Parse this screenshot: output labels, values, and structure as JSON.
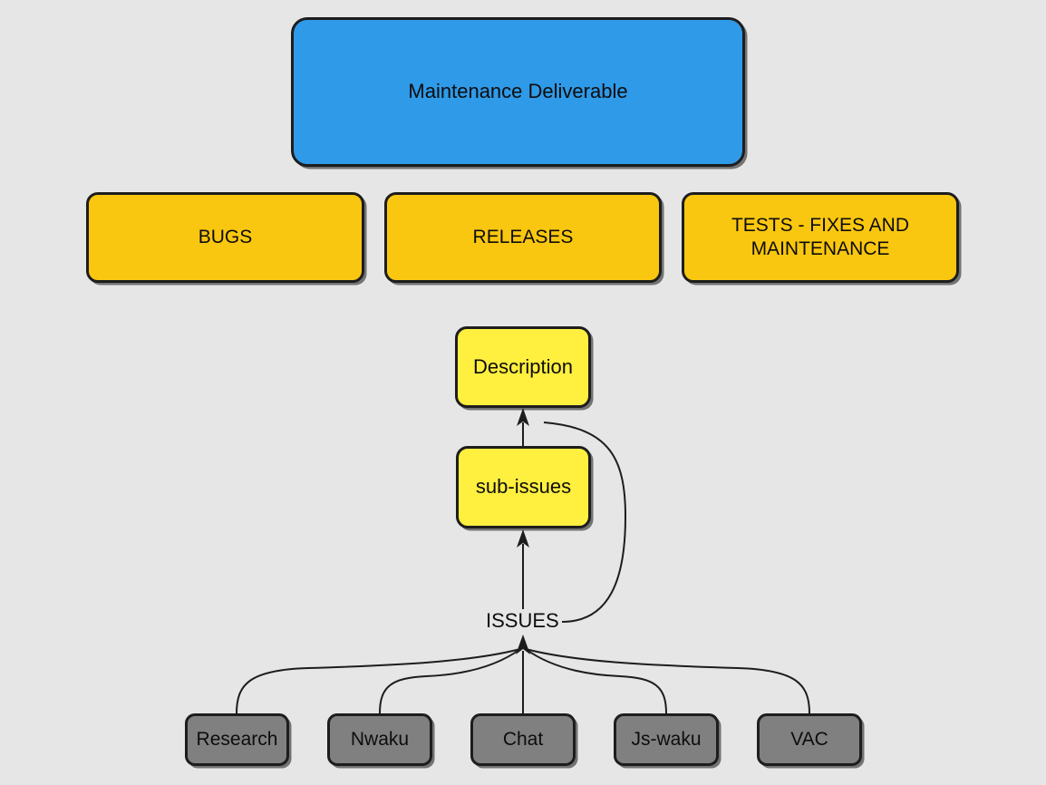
{
  "diagram": {
    "title": "Maintenance Deliverable",
    "background_color": "#e6e6e6",
    "border_color": "#1d1d1d"
  },
  "deliverable": {
    "label": "Maintenance Deliverable",
    "color": "#2f9ae8"
  },
  "categories": [
    {
      "label": "BUGS",
      "color": "#fac710"
    },
    {
      "label": "RELEASES",
      "color": "#fac710"
    },
    {
      "label": "TESTS - FIXES AND",
      "label_line2": "MAINTENANCE",
      "color": "#fac710"
    }
  ],
  "details": [
    {
      "label": "Description",
      "color": "#ffef3f"
    },
    {
      "label": "sub-issues",
      "color": "#ffef3f"
    }
  ],
  "edge_labels": {
    "issues": "ISSUES"
  },
  "sources": [
    {
      "label": "Research",
      "color": "#808080"
    },
    {
      "label": "Nwaku",
      "color": "#808080"
    },
    {
      "label": "Chat",
      "color": "#808080"
    },
    {
      "label": "Js-waku",
      "color": "#808080"
    },
    {
      "label": "VAC",
      "color": "#808080"
    }
  ]
}
